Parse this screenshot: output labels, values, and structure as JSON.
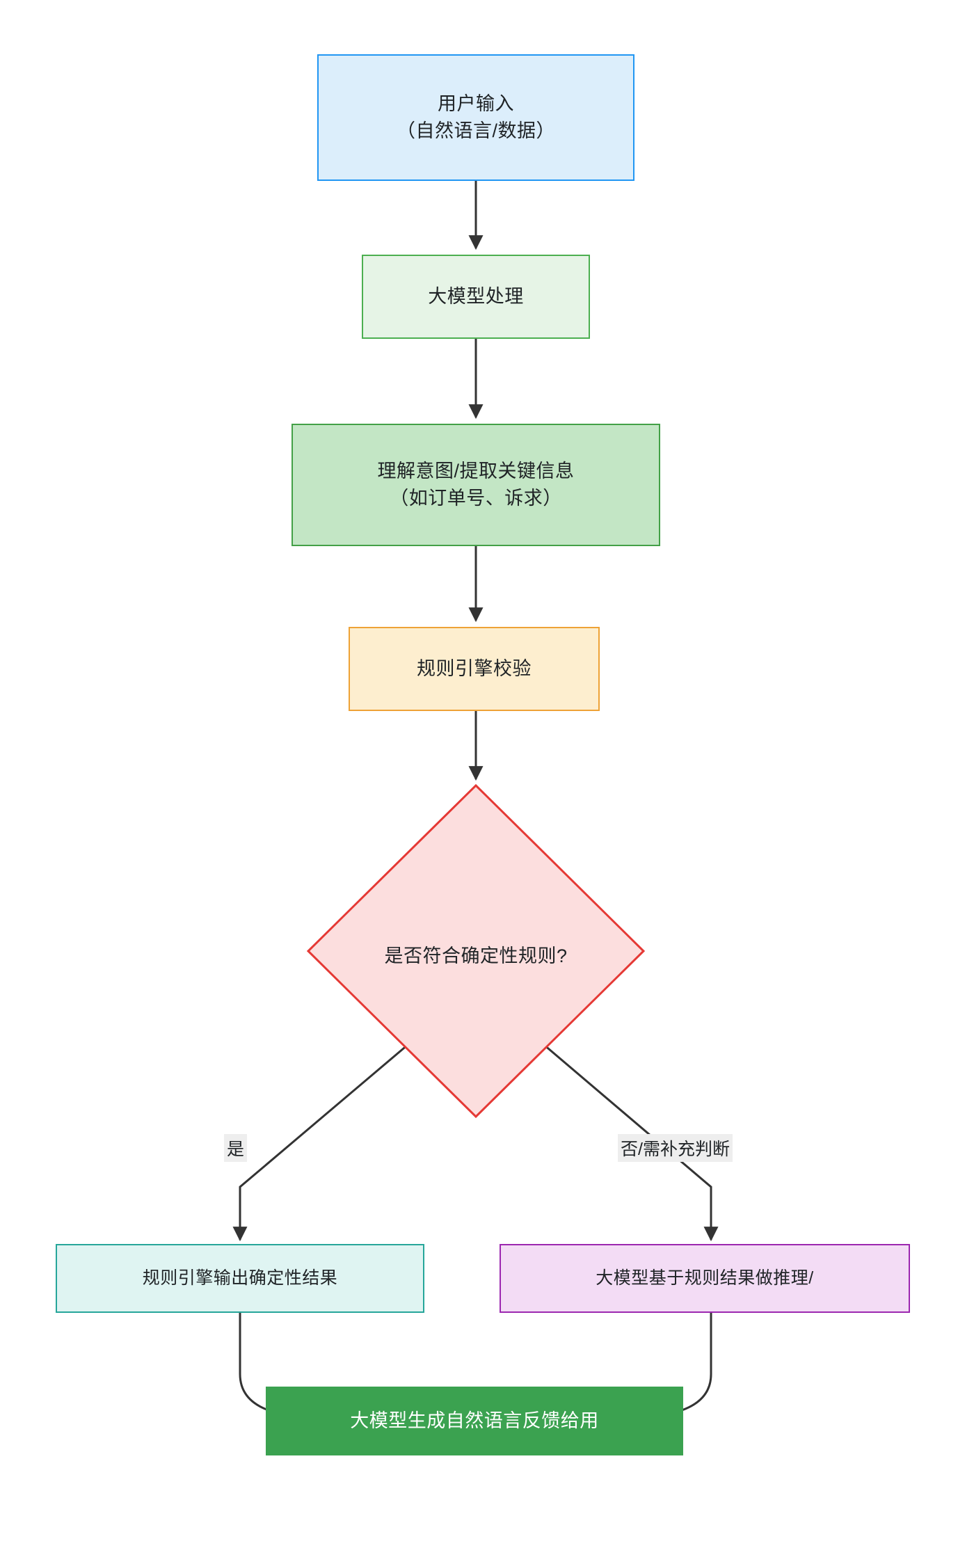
{
  "diagram": {
    "type": "flowchart",
    "direction": "top-down",
    "background": "#ffffff",
    "edge_color": "#333333",
    "nodes": [
      {
        "id": "user-input",
        "shape": "rectangle",
        "line1": "用户输入",
        "line2": "（自然语言/数据）",
        "fill": "#dceefb",
        "stroke": "#2196f3"
      },
      {
        "id": "llm-process",
        "shape": "rectangle",
        "line1": "大模型处理",
        "fill": "#e6f4e6",
        "stroke": "#4caf50"
      },
      {
        "id": "intent-extract",
        "shape": "rectangle",
        "line1": "理解意图/提取关键信息",
        "line2": "（如订单号、诉求）",
        "fill": "#c3e6c5",
        "stroke": "#43a047"
      },
      {
        "id": "rule-engine-check",
        "shape": "rectangle",
        "line1": "规则引擎校验",
        "fill": "#fdeecf",
        "stroke": "#eea236"
      },
      {
        "id": "decision",
        "shape": "diamond",
        "line1": "是否符合确定性规则?",
        "fill": "#fcdede",
        "stroke": "#e53935"
      },
      {
        "id": "deterministic-output",
        "shape": "rectangle",
        "line1": "规则引擎输出确定性结果",
        "fill": "#dff4f2",
        "stroke": "#26a69a"
      },
      {
        "id": "llm-reasoning",
        "shape": "rectangle",
        "line1": "大模型基于规则结果做推理/",
        "fill": "#f3dcf5",
        "stroke": "#9c27b0"
      },
      {
        "id": "final-feedback",
        "shape": "rectangle",
        "line1": "大模型生成自然语言反馈给用",
        "fill": "#3ba250",
        "stroke": "#3ba250",
        "text_color": "#ffffff"
      }
    ],
    "edge_labels": {
      "yes": "是",
      "no": "否/需补充判断"
    }
  }
}
